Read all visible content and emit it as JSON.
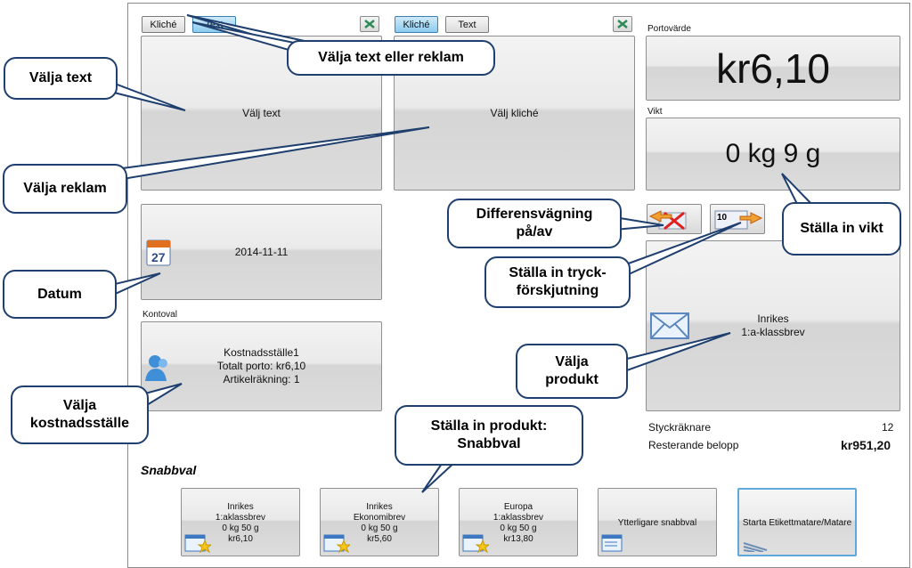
{
  "text_area": {
    "cliche_tab": "Kliché",
    "text_tab": "Text",
    "main_label": "Välj text"
  },
  "cliche_area": {
    "cliche_tab": "Kliché",
    "text_tab": "Text",
    "main_label": "Välj kliché"
  },
  "postage": {
    "label": "Portovärde",
    "value": "kr6,10"
  },
  "weight": {
    "label": "Vikt",
    "value": "0 kg 9 g"
  },
  "date": {
    "value": "2014-11-11",
    "calendar_day": "27"
  },
  "account": {
    "label": "Kontoval",
    "lines": [
      "Kostnadsställe1",
      "Totalt porto: kr6,10",
      "Artikelräkning: 1"
    ]
  },
  "product": {
    "lines": [
      "Inrikes",
      "1:a-klassbrev"
    ]
  },
  "counters": {
    "piece_label": "Styckräknare",
    "piece_value": "12",
    "remaining_label": "Resterande belopp",
    "remaining_value": "kr951,20"
  },
  "quick_select": {
    "title": "Snabbval",
    "items": [
      {
        "lines": [
          "Inrikes",
          "1:aklassbrev",
          "0 kg 50 g",
          "kr6,10"
        ]
      },
      {
        "lines": [
          "Inrikes",
          "Ekonomibrev",
          "0 kg 50 g",
          "kr5,60"
        ]
      },
      {
        "lines": [
          "Europa",
          "1:aklassbrev",
          "0 kg 50 g",
          "kr13,80"
        ]
      },
      {
        "lines": [
          "Ytterligare snabbval"
        ]
      }
    ],
    "start_label": "Starta Etikettmatare/Matare"
  },
  "shift_icon_number": "10",
  "callouts": {
    "text_or_ad": "Välja text eller reklam",
    "choose_text": "Välja text",
    "choose_ad": "Välja reklam",
    "date": "Datum",
    "cost_center_1": "Välja",
    "cost_center_2": "kostnadsställe",
    "diff_weigh_1": "Differensvägning",
    "diff_weigh_2": "på/av",
    "print_shift_1": "Ställa in tryck-",
    "print_shift_2": "förskjutning",
    "set_weight": "Ställa in vikt",
    "product_1": "Välja",
    "product_2": "produkt",
    "quick_1": "Ställa in produkt:",
    "quick_2": "Snabbval"
  },
  "colors": {
    "callout_border": "#1f3f6e",
    "active_tab": "#8ccbef",
    "panel_light": "#f3f3f3",
    "panel_dark": "#d5d5d5"
  }
}
